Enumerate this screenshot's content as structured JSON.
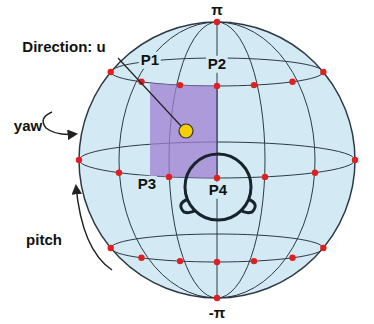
{
  "diagram": {
    "labels": [
      "π",
      "Direction: u",
      "P1",
      "P2",
      "P3",
      "P4",
      "yaw",
      "pitch",
      "-π"
    ]
  }
}
